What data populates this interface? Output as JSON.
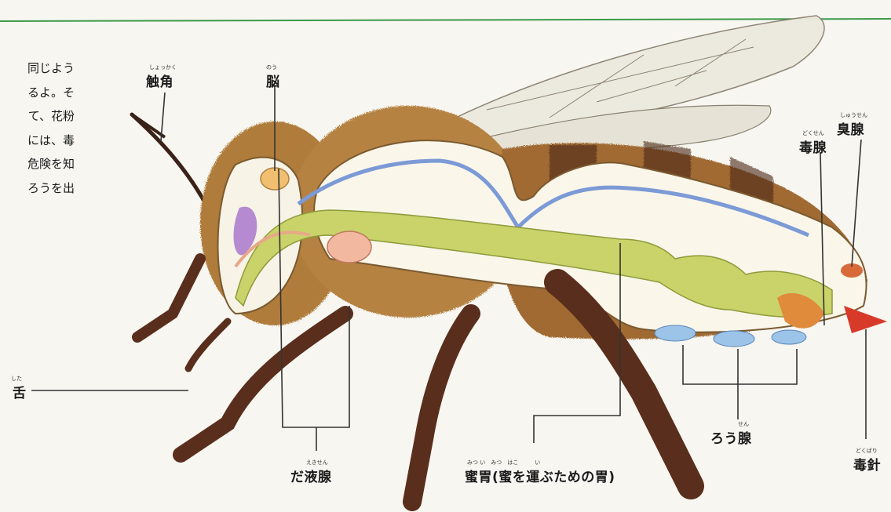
{
  "side_text": [
    "同じよう",
    "るよ。そ",
    "て、花粉",
    "には、毒",
    "危険を知",
    "ろうを出"
  ],
  "labels": {
    "antenna": {
      "text": "触角",
      "ruby": "しょっかく"
    },
    "brain": {
      "text": "脳",
      "ruby": "のう"
    },
    "scent_gland": {
      "text": "臭腺",
      "ruby": "しゅうせん"
    },
    "venom_gland": {
      "text": "毒腺",
      "ruby": "どくせん"
    },
    "tongue": {
      "text": "舌",
      "ruby": "した"
    },
    "wax_gland": {
      "text": "ろう腺",
      "ruby": "せん"
    },
    "salivary_gland": {
      "text": "だ液腺",
      "ruby": "えきせん"
    },
    "honey_stomach": {
      "text": "蜜胃(蜜を運ぶための胃)",
      "ruby": "みつ い　みつ　はこ　　　い"
    },
    "stinger": {
      "text": "毒針",
      "ruby": "どくばり"
    }
  },
  "colors": {
    "fur": "#b07c3a",
    "chitin": "#5a2e1c",
    "nerve": "#7c9ad6",
    "gut": "#c9d36a",
    "wax": "#9cc4e8",
    "venom": "#e08a3c",
    "leader": "#333333",
    "top_rule": "#3c9a4a"
  }
}
